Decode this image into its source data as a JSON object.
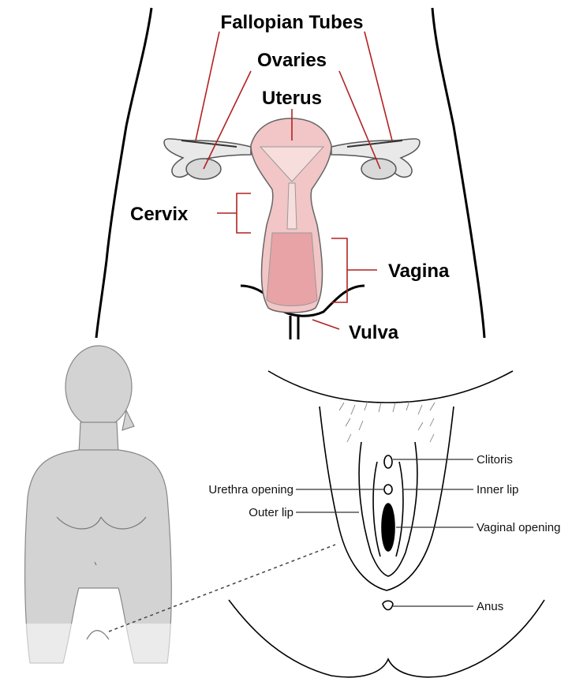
{
  "top_panel": {
    "labels": {
      "fallopian_tubes": "Fallopian Tubes",
      "ovaries": "Ovaries",
      "uterus": "Uterus",
      "cervix": "Cervix",
      "vagina": "Vagina",
      "vulva": "Vulva"
    }
  },
  "bottom_panel": {
    "labels": {
      "clitoris": "Clitoris",
      "urethra_opening": "Urethra opening",
      "inner_lip": "Inner lip",
      "outer_lip": "Outer lip",
      "vaginal_opening": "Vaginal opening",
      "anus": "Anus"
    }
  },
  "colors": {
    "leader_red": "#b22222",
    "uterus_pink": "#f2c6c6",
    "vaginal_canal_pink": "#e7a3a6",
    "figure_gray": "#cfcfcf"
  }
}
